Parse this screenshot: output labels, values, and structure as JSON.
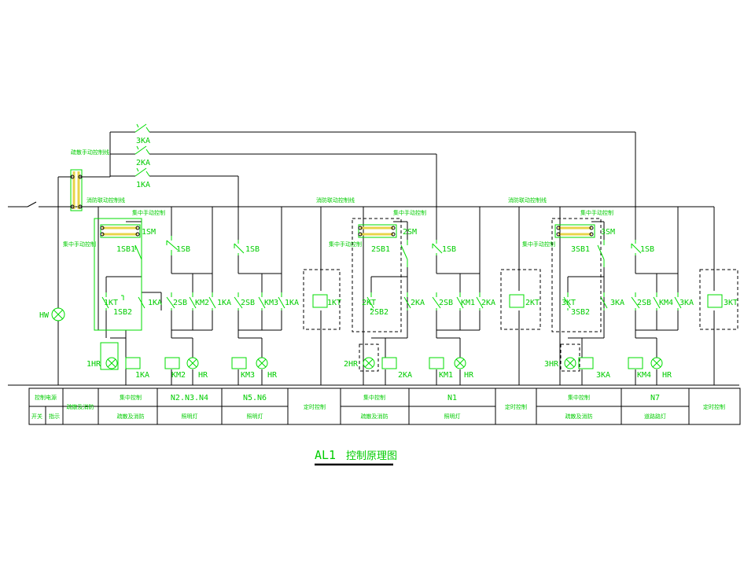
{
  "colors": {
    "wire": "#000000",
    "component": "#00dd00",
    "interlock": "#e8d44a"
  },
  "feed_contacts": [
    "3KA",
    "2KA",
    "1KA"
  ],
  "annotations": {
    "feed_note": "疏散手动控制线",
    "bus_note_1": "消防联动控制线",
    "bus_note_2": "消防联动控制线",
    "bus_note_3": "消防联动控制线",
    "group_note_1a": "集中手动控制",
    "group_note_1b": "集中手动控制",
    "group_note_2a": "集中手动控制",
    "group_note_2b": "集中手动控制",
    "group_note_3a": "集中手动控制",
    "group_note_3b": "集中手动控制"
  },
  "labels": {
    "hw": "HW",
    "g1_sm": "1SM",
    "g1_sb1": "1SB1",
    "g1_sb2": "1SB2",
    "g1_kt": "1KT",
    "g1_ka": "1KA",
    "g1_hr": "1HR",
    "g1_ka_coil": "1KA",
    "c2_sb": "1SB",
    "c2_sb_b": "2SB",
    "c2_km": "KM2",
    "c2_ka": "1KA",
    "c2_km_coil": "KM2",
    "c2_hr": "HR",
    "c3_sb": "1SB",
    "c3_sb_b": "2SB",
    "c3_km": "KM3",
    "c3_ka": "1KA",
    "c3_km_coil": "KM3",
    "c3_hr": "HR",
    "t1": "1KT",
    "g2_sm": "2SM",
    "g2_sb1": "2SB1",
    "g2_sb2": "2SB2",
    "g2_kt": "2KT",
    "g2_ka": "2KA",
    "g2_hr": "2HR",
    "g2_ka_coil": "2KA",
    "c5_sb": "1SB",
    "c5_sb_b": "2SB",
    "c5_km": "KM1",
    "c5_ka": "2KA",
    "c5_km_coil": "KM1",
    "c5_hr": "HR",
    "t2": "2KT",
    "g3_sm": "3SM",
    "g3_sb1": "3SB1",
    "g3_sb2": "3SB2",
    "g3_kt": "3KT",
    "g3_ka": "3KA",
    "g3_hr": "3HR",
    "g3_ka_coil": "3KA",
    "c7_sb": "1SB",
    "c7_sb_b": "2SB",
    "c7_km": "KM4",
    "c7_ka": "3KA",
    "c7_km_coil": "KM4",
    "c7_hr": "HR",
    "t3": "3KT"
  },
  "table": {
    "top": [
      "控制电源",
      "集中控制",
      "N2.N3.N4",
      "N5.N6",
      "定时控制",
      "集中控制",
      "N1",
      "定时控制",
      "集中控制",
      "N7",
      "定时控制"
    ],
    "bottom": [
      "开关",
      "指示",
      "疏散及消防",
      "疏散及消防",
      "照明灯",
      "照明灯",
      "疏散及消防",
      "照明灯",
      "疏散及消防",
      "道路路灯"
    ]
  },
  "title": {
    "code": "AL1",
    "name": "控制原理图"
  }
}
